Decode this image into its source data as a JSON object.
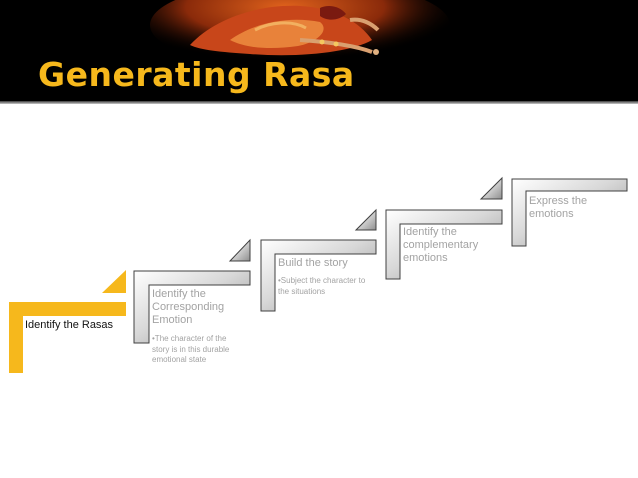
{
  "slide": {
    "title": "Generating Rasa"
  },
  "diagram": {
    "steps": [
      {
        "label": "Identify the Rasas",
        "detail": ""
      },
      {
        "label": "Identify the Corresponding Emotion",
        "detail": "•The character of the story is in this durable emotional state"
      },
      {
        "label": "Build the story",
        "detail": "•Subject the character to the situations"
      },
      {
        "label": "Identify the complementary emotions",
        "detail": ""
      },
      {
        "label": "Express the emotions",
        "detail": ""
      }
    ]
  },
  "colors": {
    "accent": "#f6b81c",
    "step_gray": "#a9a9a9",
    "header_bg": "#000000"
  }
}
